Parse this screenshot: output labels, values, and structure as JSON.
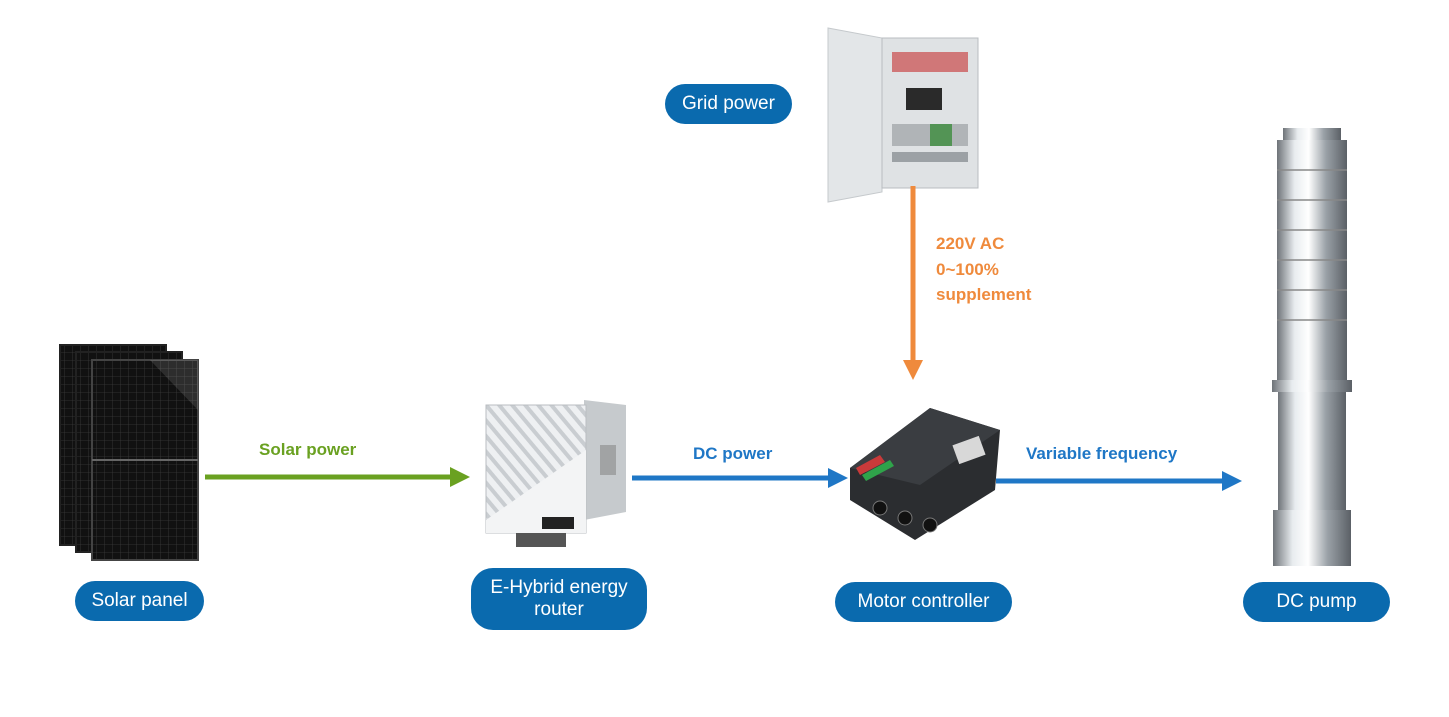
{
  "nodes": {
    "grid": "Grid power",
    "solar": "Solar panel",
    "router": "E-Hybrid energy router",
    "motor": "Motor controller",
    "pump": "DC pump"
  },
  "edges": {
    "solar_power": "Solar power",
    "dc_power": "DC power",
    "variable_frequency": "Variable frequency",
    "ac_line1": "220V AC",
    "ac_line2": "0~100%",
    "ac_line3": "supplement"
  },
  "colors": {
    "node_fill": "#0a6aae",
    "solar_arrow": "#6aa121",
    "dc_arrow": "#1f77c6",
    "ac_arrow": "#ef8a3c"
  }
}
